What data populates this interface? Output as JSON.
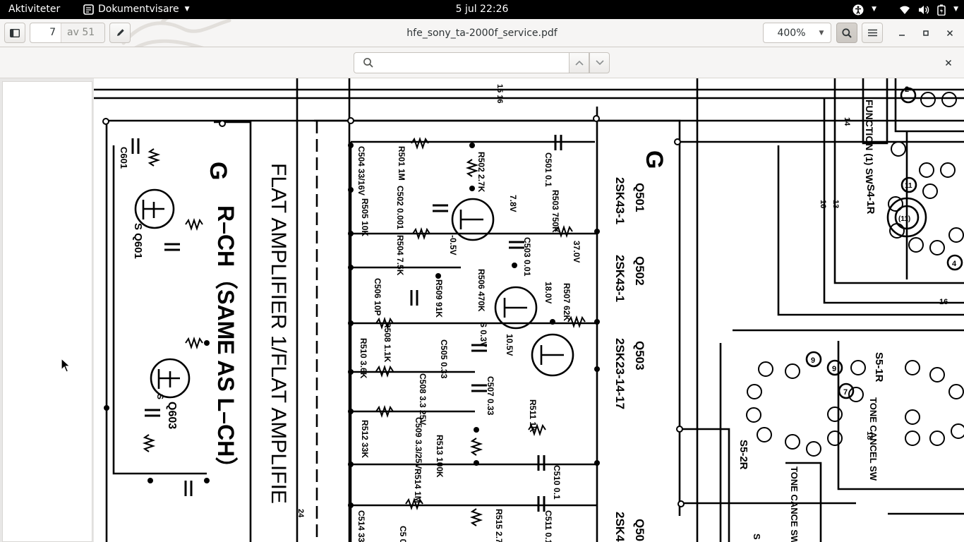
{
  "topbar": {
    "activities": "Aktiviteter",
    "app_name": "Dokumentvisare",
    "clock": "5 jul  22:26"
  },
  "header": {
    "page_current": "7",
    "page_total": "av 51",
    "title": "hfe_sony_ta-2000f_service.pdf",
    "zoom": "400%"
  },
  "find": {
    "placeholder": ""
  },
  "schematic_text": {
    "section_mark_left": "G",
    "section_mark_right": "G",
    "rch_label": "R–CH（SAME AS L–CH）",
    "flat_amp_label": "FLAT AMPLIFIER 1/FLAT AMPLIFIE",
    "c601": "C601",
    "q601": "S Q601",
    "q603": "Q603",
    "s603": "S",
    "r501": "R501 1M",
    "c504": "C504 33/16V",
    "r505": "R505 10K",
    "c502": "C502 0.001",
    "r502": "R502 2.7K",
    "r504": "R504 7.5K",
    "v_gate1": "-0.5V",
    "v_78": "7.8V",
    "c501": "C501 0.1",
    "r503": "R503 750K",
    "c503": "C503 0.01",
    "v_37": "37.0V",
    "c506": "C506 10P",
    "r509": "R509 91K",
    "r506": "R506 470K",
    "v_18": "18.0V",
    "r507": "R507 62K",
    "r508": "R508 1.1K",
    "v_03": "S 0.3V",
    "v_105": "10.5V",
    "r510": "R510 3.6K",
    "c505": "C505 0.33",
    "c508": "C508 3.3 25V",
    "c507": "C507 0.33",
    "r512": "R512 33K",
    "c509": "C509 3.3/25V",
    "r513": "R513 100K",
    "r511": "R511 1K",
    "c510": "C510 0.1",
    "r514": "R514 1M",
    "c514": "C514 33 16V",
    "c5x": "C5 0.0",
    "r515": "R515 2.7K",
    "c511": "C511 0.1",
    "q501": "Q501",
    "q501_type": "2SK43-1",
    "q502": "Q502",
    "q502_type": "2SK43-1",
    "q503": "Q503",
    "q503_type": "2SK23-14-17",
    "q50x": "Q50",
    "q50x_type": "2SK4",
    "wire_15_16": "15 16",
    "wire_14": "14",
    "wire_13": "13",
    "wire_16a": "16",
    "wire_16b": "16",
    "wire_24": "24",
    "wire_18": "18",
    "function_sw": "FUNCTION (1) SW",
    "s4_1r": "S4-1R",
    "s5_1r": "S5-1R",
    "s5_2r": "S5-2R",
    "tone_cancel_sw_a": "TONE CANCEL SW",
    "tone_cancel_sw_b": "TONE CANCE SW",
    "pin_2": "2",
    "pin_11": "11",
    "pin_4": "4",
    "pin_9a": "9",
    "pin_9b": "9",
    "pin_7": "7",
    "pin_11c": "(11)",
    "s_bottom": "S"
  }
}
